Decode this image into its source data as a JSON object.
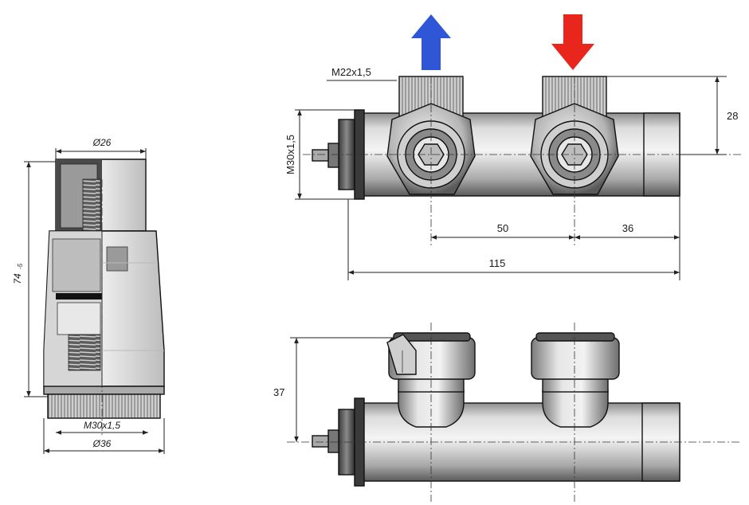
{
  "thermostat_head": {
    "dim_top_diameter": "Ø26",
    "dim_height": "74",
    "dim_height_sub": "-5",
    "dim_thread": "M30x1,5",
    "dim_bottom_diameter": "Ø36"
  },
  "valve_top_view": {
    "dim_connection_thread": "M22x1,5",
    "dim_body_thread": "M30x1,5",
    "dim_spacing": "50",
    "dim_end_offset": "36",
    "dim_overall_length": "115",
    "dim_connection_height": "28",
    "arrow_supply_color": "#2f56d6",
    "arrow_return_color": "#e8261c"
  },
  "valve_side_view": {
    "dim_height": "37"
  }
}
